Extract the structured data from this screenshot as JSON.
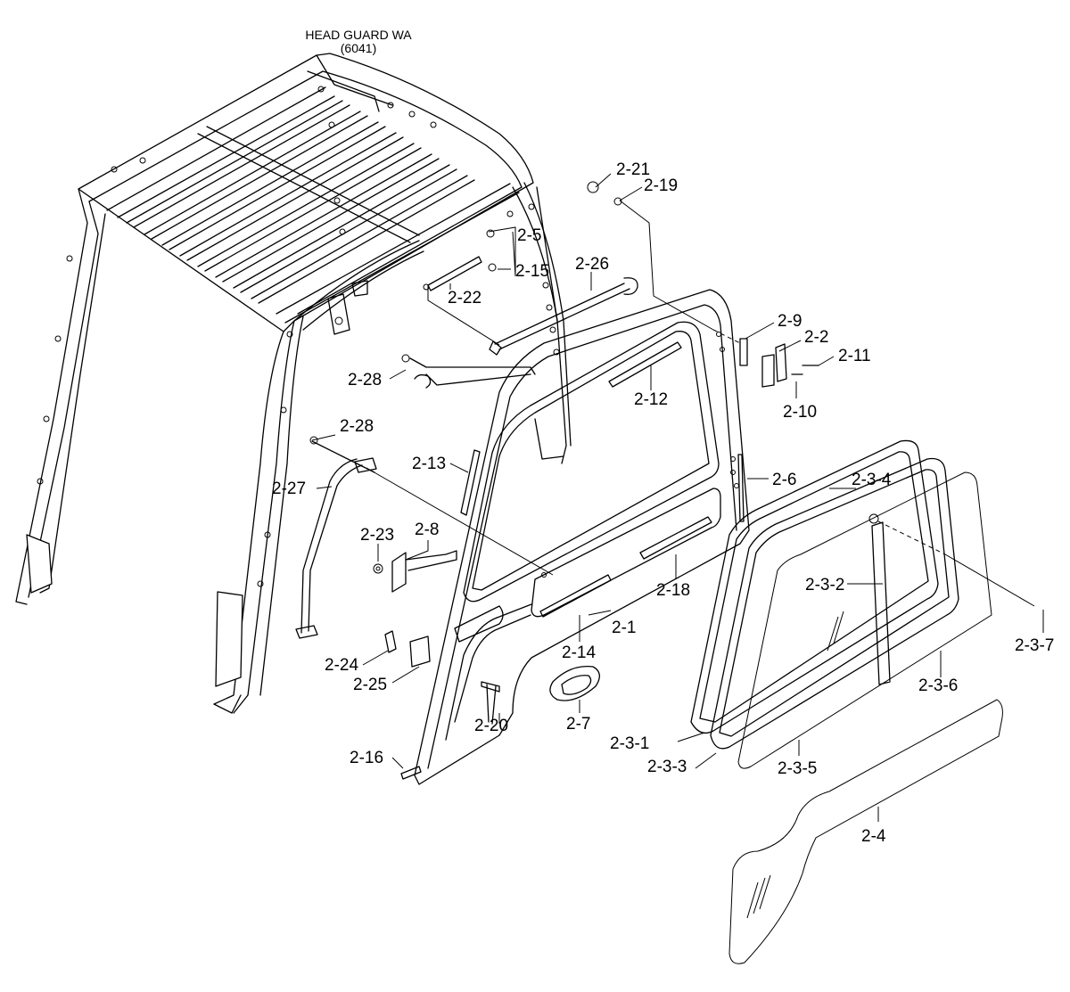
{
  "title": {
    "line1": "HEAD GUARD WA",
    "line2": "(6041)"
  },
  "labels": {
    "p2_21": "2-21",
    "p2_19": "2-19",
    "p2_5": "2-5",
    "p2_15": "2-15",
    "p2_22": "2-22",
    "p2_26": "2-26",
    "p2_9": "2-9",
    "p2_2": "2-2",
    "p2_11": "2-11",
    "p2_10": "2-10",
    "p2_28a": "2-28",
    "p2_12": "2-12",
    "p2_28b": "2-28",
    "p2_13": "2-13",
    "p2_6": "2-6",
    "p2_27": "2-27",
    "p2_3_4": "2-3-4",
    "p2_23": "2-23",
    "p2_8": "2-8",
    "p2_3_2": "2-3-2",
    "p2_18": "2-18",
    "p2_1": "2-1",
    "p2_14": "2-14",
    "p2_3_7": "2-3-7",
    "p2_24": "2-24",
    "p2_25": "2-25",
    "p2_3_6": "2-3-6",
    "p2_7": "2-7",
    "p2_20": "2-20",
    "p2_3_1": "2-3-1",
    "p2_16": "2-16",
    "p2_3_3": "2-3-3",
    "p2_3_5": "2-3-5",
    "p2_4": "2-4"
  }
}
